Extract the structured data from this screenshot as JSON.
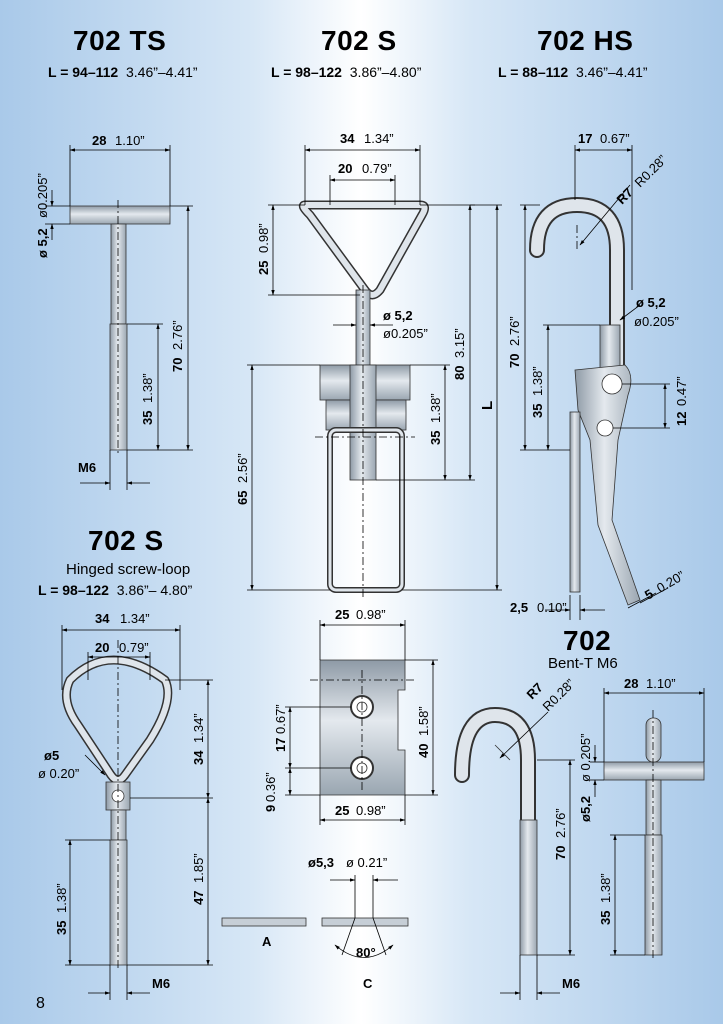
{
  "header": {
    "ts": {
      "title": "702 TS",
      "range_metric": "L = 94–112",
      "range_imperial": "3.46”–4.41”"
    },
    "s": {
      "title": "702 S",
      "range_metric": "L = 98–122",
      "range_imperial": "3.86”–4.80”"
    },
    "hs": {
      "title": "702 HS",
      "range_metric": "L = 88–112",
      "range_imperial": "3.46”–4.41”"
    }
  },
  "section_hinged": {
    "title": "702 S",
    "subtitle": "Hinged screw-loop",
    "range_metric": "L = 98–122",
    "range_imperial": "3.86”– 4.80”"
  },
  "section_bent": {
    "title": "702",
    "subtitle": "Bent-T M6"
  },
  "page_number": "8",
  "dims": {
    "ts_width_mm": "28",
    "ts_width_in": "1.10”",
    "ts_dia_mm": "ø 5,2",
    "ts_dia_in": "ø0.205”",
    "ts_len_mm": "70",
    "ts_len_in": "2.76”",
    "ts_thread_mm": "35",
    "ts_thread_in": "1.38”",
    "ts_m6": "M6",
    "s_outer_mm": "34",
    "s_outer_in": "1.34”",
    "s_inner_mm": "20",
    "s_inner_in": "0.79”",
    "s_loop_mm": "25",
    "s_loop_in": "0.98”",
    "s_dia_mm": "ø 5,2",
    "s_dia_in": "ø0.205”",
    "s_80_mm": "80",
    "s_80_in": "3.15”",
    "s_35_mm": "35",
    "s_35_in": "1.38”",
    "s_65_mm": "65",
    "s_65_in": "2.56”",
    "L": "L",
    "hs_top_mm": "17",
    "hs_top_in": "0.67”",
    "hs_r_mm": "R7",
    "hs_r_in": "R0.28”",
    "hs_dia_mm": "ø 5,2",
    "hs_dia_in": "ø0.205”",
    "hs_70_mm": "70",
    "hs_70_in": "2.76”",
    "hs_35_mm": "35",
    "hs_35_in": "1.38”",
    "hs_12_mm": "12",
    "hs_12_in": "0.47”",
    "hs_5_mm": "5",
    "hs_5_in": "0.20”",
    "hs_25_mm": "2,5",
    "hs_25_in": "0.10”",
    "hl_34_mm": "34",
    "hl_34_in": "1.34”",
    "hl_20_mm": "20",
    "hl_20_in": "0.79”",
    "hl_dia_mm": "ø5",
    "hl_dia_in": "ø 0.20”",
    "hl_h34_mm": "34",
    "hl_h34_in": "1.34”",
    "hl_47_mm": "47",
    "hl_47_in": "1.85”",
    "hl_35_mm": "35",
    "hl_35_in": "1.38”",
    "hl_m6": "M6",
    "pl_25_mm": "25",
    "pl_25_in": "0.98”",
    "pl_40_mm": "40",
    "pl_40_in": "1.58”",
    "pl_17_mm": "17",
    "pl_17_in": "0.67”",
    "pl_9_mm": "9",
    "pl_9_in": "0.36”",
    "pl_b25_mm": "25",
    "pl_b25_in": "0.98”",
    "pl_hole_mm": "ø5,3",
    "pl_hole_in": "ø 0.21”",
    "pl_A": "A",
    "pl_C": "C",
    "pl_angle": "80°",
    "bt_r_mm": "R7",
    "bt_r_in": "R0.28”",
    "bt_70_mm": "70",
    "bt_70_in": "2.76”",
    "bt_m6": "M6",
    "bt_28_mm": "28",
    "bt_28_in": "1.10”",
    "bt_dia_mm": "ø5,2",
    "bt_dia_in": "ø 0.205”",
    "bt_35_mm": "35",
    "bt_35_in": "1.38”"
  }
}
